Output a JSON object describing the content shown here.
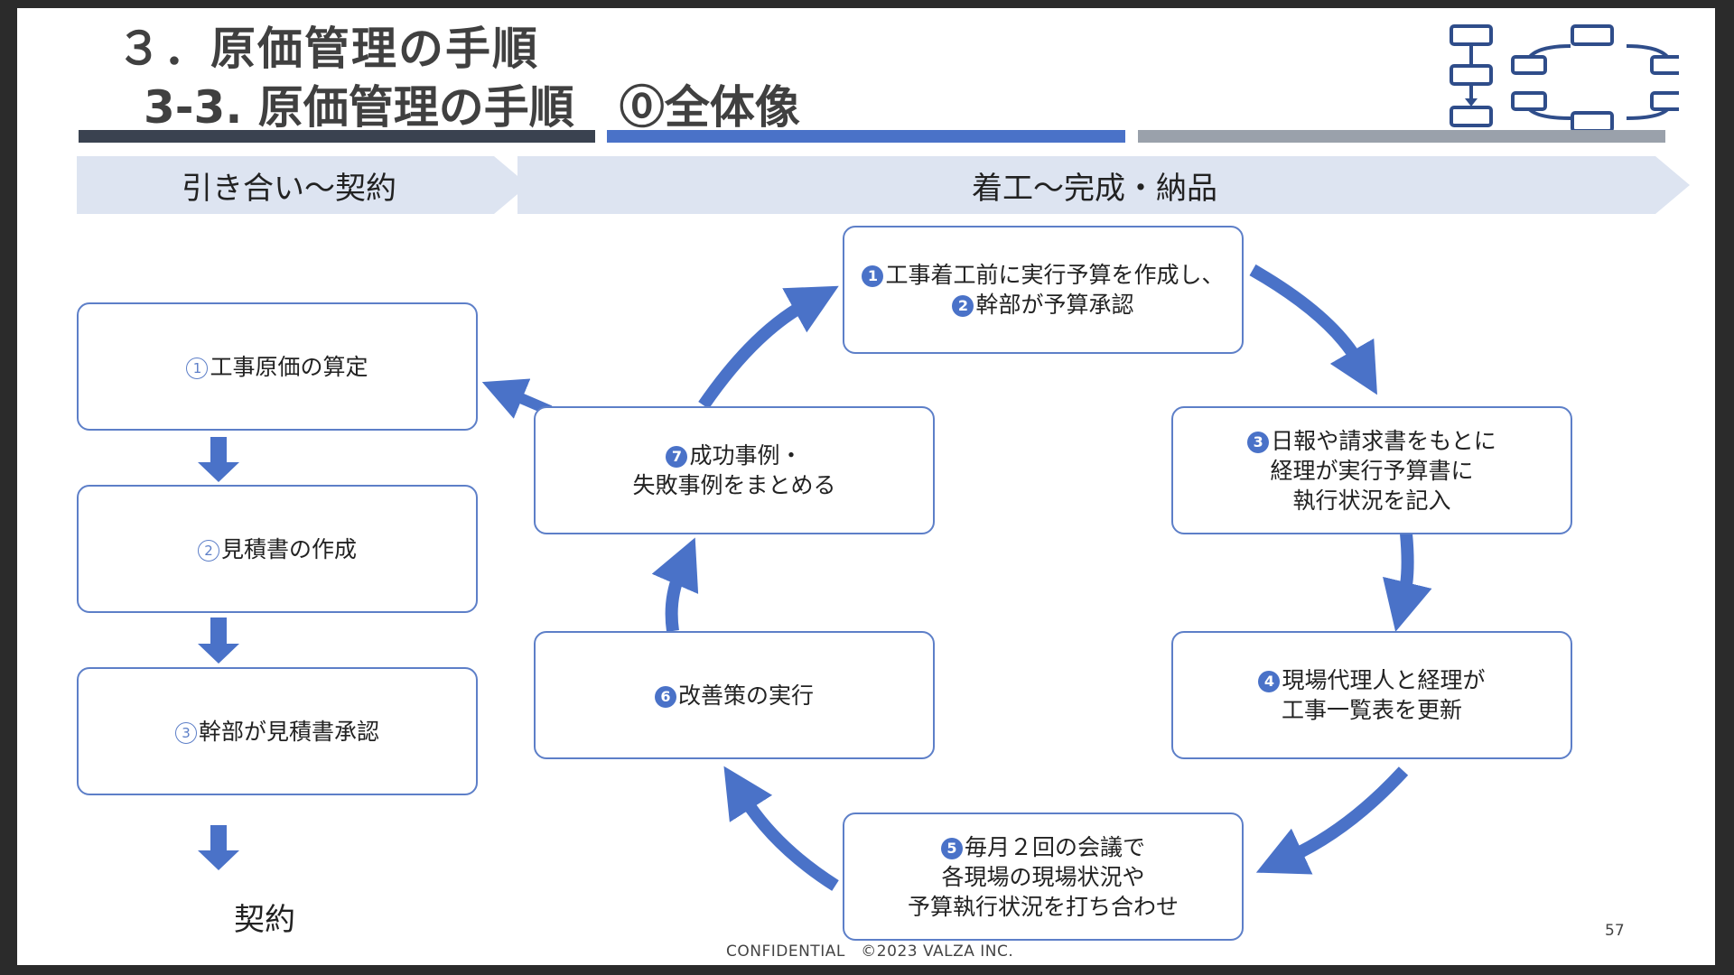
{
  "header": {
    "title_line1": "３．原価管理の手順",
    "title_line2": "3-3. 原価管理の手順　⓪全体像",
    "rule_colors": [
      "#3a4250",
      "#4a72c8",
      "#9aa1ab"
    ]
  },
  "phases": {
    "left": "引き合い～契約",
    "right": "着工～完成・納品"
  },
  "left_steps": [
    {
      "num": "1",
      "text": "工事原価の算定"
    },
    {
      "num": "2",
      "text": "見積書の作成"
    },
    {
      "num": "3",
      "text": "幹部が見積書承認"
    }
  ],
  "contract_label": "契約",
  "cycle_steps": [
    {
      "lines": [
        {
          "num": "1",
          "text": "工事着工前に実行予算を作成し、"
        },
        {
          "num": "2",
          "text": "幹部が予算承認"
        }
      ]
    },
    {
      "lines": [
        {
          "num": "3",
          "text": "日報や請求書をもとに"
        },
        {
          "num": "",
          "text": "経理が実行予算書に"
        },
        {
          "num": "",
          "text": "執行状況を記入"
        }
      ]
    },
    {
      "lines": [
        {
          "num": "4",
          "text": "現場代理人と経理が"
        },
        {
          "num": "",
          "text": "工事一覧表を更新"
        }
      ]
    },
    {
      "lines": [
        {
          "num": "5",
          "text": "毎月２回の会議で"
        },
        {
          "num": "",
          "text": "各現場の現場状況や"
        },
        {
          "num": "",
          "text": "予算執行状況を打ち合わせ"
        }
      ]
    },
    {
      "lines": [
        {
          "num": "6",
          "text": "改善策の実行"
        }
      ]
    },
    {
      "lines": [
        {
          "num": "7",
          "text": "成功事例・"
        },
        {
          "num": "",
          "text": "失敗事例をまとめる"
        }
      ]
    }
  ],
  "footer": {
    "confidential": "CONFIDENTIAL　©2023 VALZA INC.",
    "page": "57"
  },
  "colors": {
    "accent": "#4a72c8",
    "box_border": "#5d7fc8",
    "phase_bg": "#dde4f1",
    "icon": "#2f4d8a"
  },
  "icons": [
    "flowchart-icon",
    "cycle-diagram-icon"
  ]
}
